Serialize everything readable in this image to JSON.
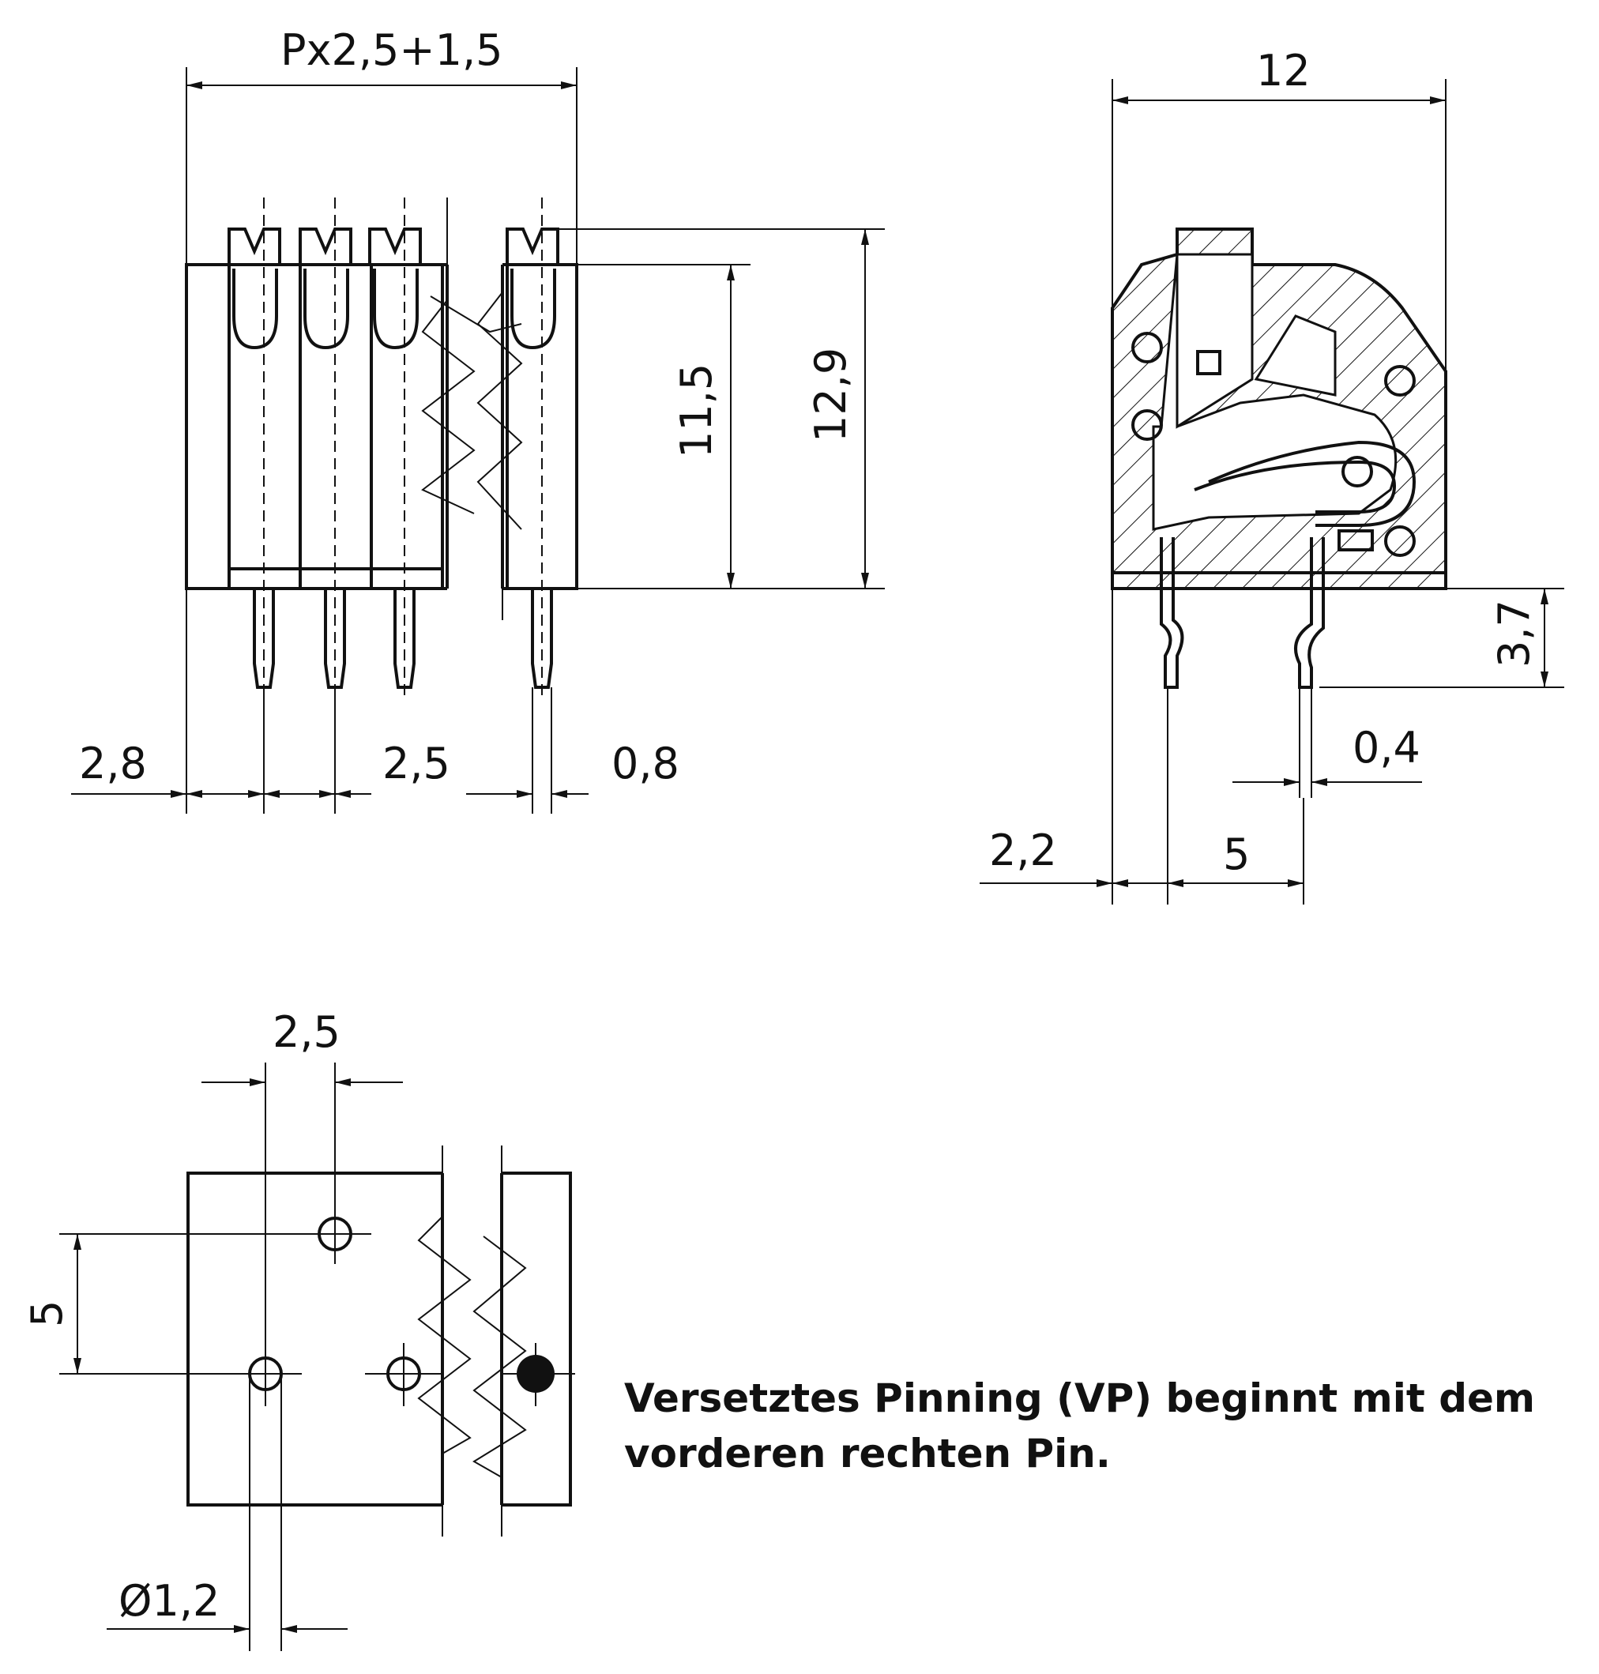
{
  "dimensions": {
    "front_width": "Px2,5+1,5",
    "front_height_body": "11,5",
    "front_height_total": "12,9",
    "front_offset_left": "2,8",
    "front_pitch": "2,5",
    "front_pin_width": "0,8",
    "side_width": "12",
    "side_pin_length": "3,7",
    "side_pin_thickness": "0,4",
    "side_offset_left": "2,2",
    "side_pin_spacing": "5",
    "footprint_pitch": "2,5",
    "footprint_row_spacing": "5",
    "footprint_hole_diameter": "Ø1,2"
  },
  "note": {
    "line1": "Versetztes Pinning (VP) beginnt mit dem",
    "line2": "vorderen rechten Pin."
  }
}
